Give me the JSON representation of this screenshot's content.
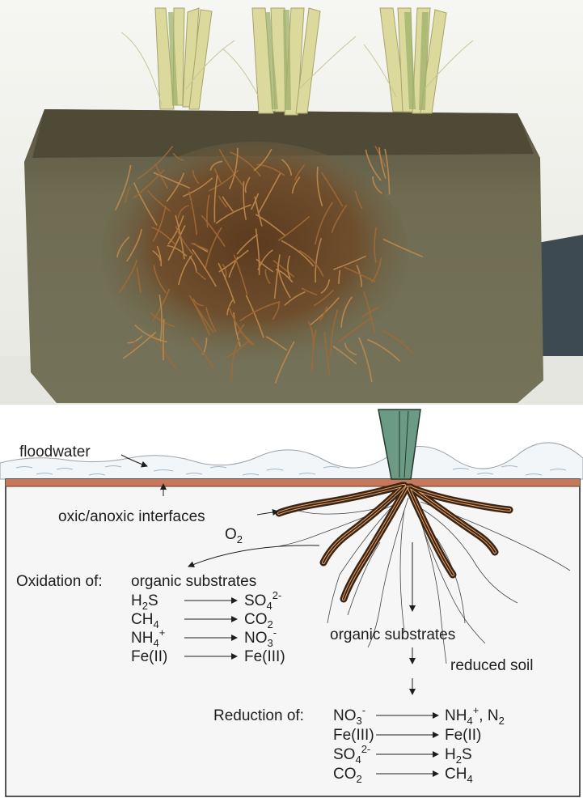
{
  "photo": {
    "subject": "soil-core-with-plant-roots",
    "colors": {
      "sky": "#f4f4f0",
      "soil": "#6f6c52",
      "soil_dark": "#4e4a38",
      "roots": "#8a5a2b",
      "grass": "#d9d7a0",
      "shadow": "#3d4a52"
    }
  },
  "diagram": {
    "colors": {
      "oxic_layer": "#c8785a",
      "root_outline": "#3a2414",
      "root_fill": "#e9a26a",
      "stem": "#6d9a84",
      "box": "#1e1e1e",
      "text": "#1e1e1e"
    },
    "labels": {
      "floodwater": "floodwater",
      "interfaces": "oxic/anoxic interfaces",
      "o2": "O",
      "o2_sub": "2",
      "organic_substrates_center": "organic substrates",
      "reduced_soil": "reduced soil"
    },
    "oxidation": {
      "header": "Oxidation of:",
      "first_item": "organic substrates",
      "reactions": [
        {
          "from": "H",
          "from_sub": "2",
          "from_rest": "S",
          "to": "SO",
          "to_sub": "4",
          "to_sup": "2-"
        },
        {
          "from": "CH",
          "from_sub": "4",
          "from_rest": "",
          "to": "CO",
          "to_sub": "2",
          "to_sup": ""
        },
        {
          "from": "NH",
          "from_sub": "4",
          "from_sup": "+",
          "to": "NO",
          "to_sub": "3",
          "to_sup": "-"
        },
        {
          "from": "Fe(II)",
          "to": "Fe(III)"
        }
      ]
    },
    "reduction": {
      "header": "Reduction of:",
      "reactions": [
        {
          "from": "NO",
          "from_sub": "3",
          "from_sup": "-",
          "to": "NH",
          "to_sub": "4",
          "to_sup": "+",
          "to_rest": ", N",
          "to_rest_sub": "2"
        },
        {
          "from": "Fe(III)",
          "to": "Fe(II)"
        },
        {
          "from": "SO",
          "from_sub": "4",
          "from_sup": "2-",
          "to": "H",
          "to_sub": "2",
          "to_rest": "S"
        },
        {
          "from": "CO",
          "from_sub": "2",
          "to": "CH",
          "to_sub": "4"
        }
      ]
    }
  }
}
